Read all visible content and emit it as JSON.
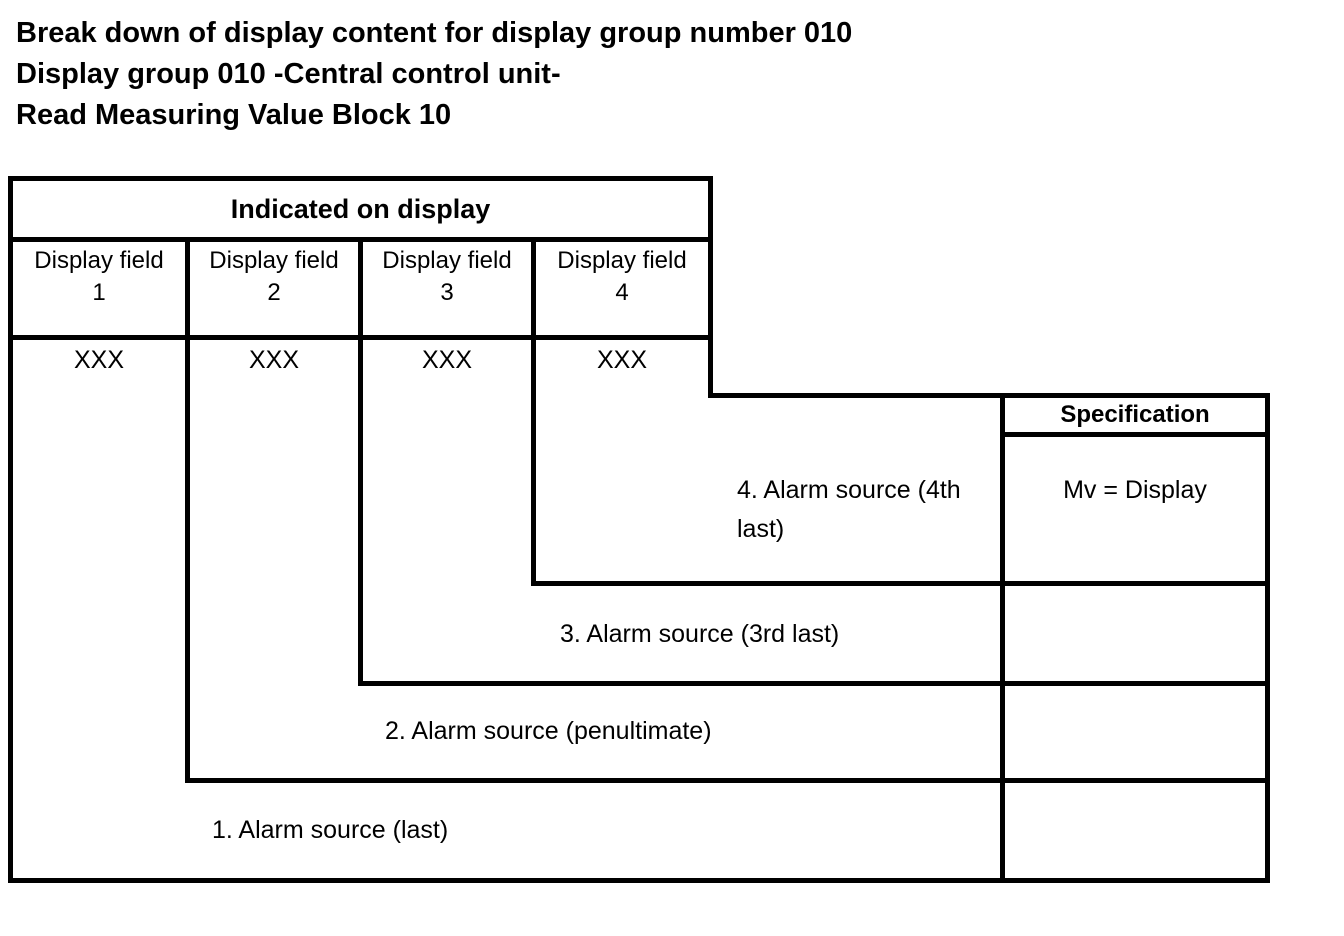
{
  "page": {
    "title_lines": [
      "Break down of display content for display group number 010",
      "Display group 010 -Central control unit-",
      "Read Measuring Value Block 10"
    ]
  },
  "diagram": {
    "display_table": {
      "header": "Indicated on display",
      "columns": [
        {
          "name_line1": "Display field",
          "name_line2": "1",
          "value": "XXX"
        },
        {
          "name_line1": "Display field",
          "name_line2": "2",
          "value": "XXX"
        },
        {
          "name_line1": "Display field",
          "name_line2": "3",
          "value": "XXX"
        },
        {
          "name_line1": "Display field",
          "name_line2": "4",
          "value": "XXX"
        }
      ]
    },
    "specification": {
      "header": "Specification",
      "row4_value": "Mv = Display"
    },
    "alarm_rows": [
      {
        "label": "4. Alarm source (4th last)"
      },
      {
        "label": "3. Alarm source (3rd last)"
      },
      {
        "label": "2. Alarm source (penultimate)"
      },
      {
        "label": "1. Alarm source (last)"
      }
    ],
    "colors": {
      "line": "#000000",
      "text": "#000000",
      "background": "#ffffff"
    }
  }
}
